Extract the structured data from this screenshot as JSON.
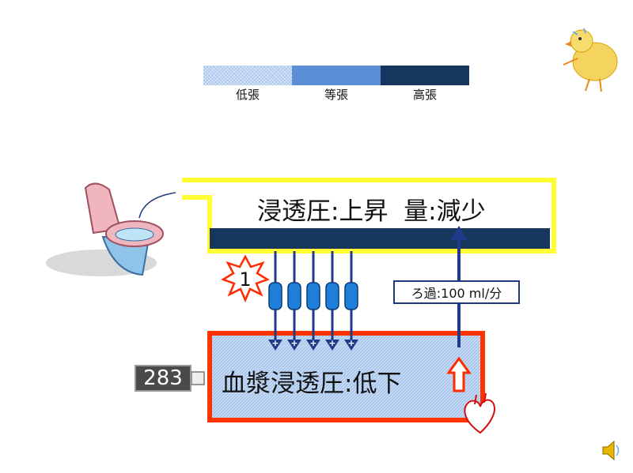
{
  "legend": {
    "items": [
      {
        "label": "低張",
        "color": "#a9c6ec"
      },
      {
        "label": "等張",
        "color": "#5b8fd8"
      },
      {
        "label": "高張",
        "color": "#17365d"
      }
    ]
  },
  "urine_compartment": {
    "text": "浸透圧:上昇  量:減少",
    "border_color": "#ffff33"
  },
  "plasma_compartment": {
    "text": "血漿浸透圧:低下",
    "border_color": "#ff3300"
  },
  "filtration_label": "ろ過:100 ml/分",
  "burst_badge": "1",
  "osmolality_value": "283",
  "channel_signs": [
    "+",
    "+",
    "+",
    "+",
    "+"
  ],
  "colors": {
    "navy": "#17365d",
    "arrow_blue": "#1f3a8a",
    "channel": "#1f7fd8"
  }
}
